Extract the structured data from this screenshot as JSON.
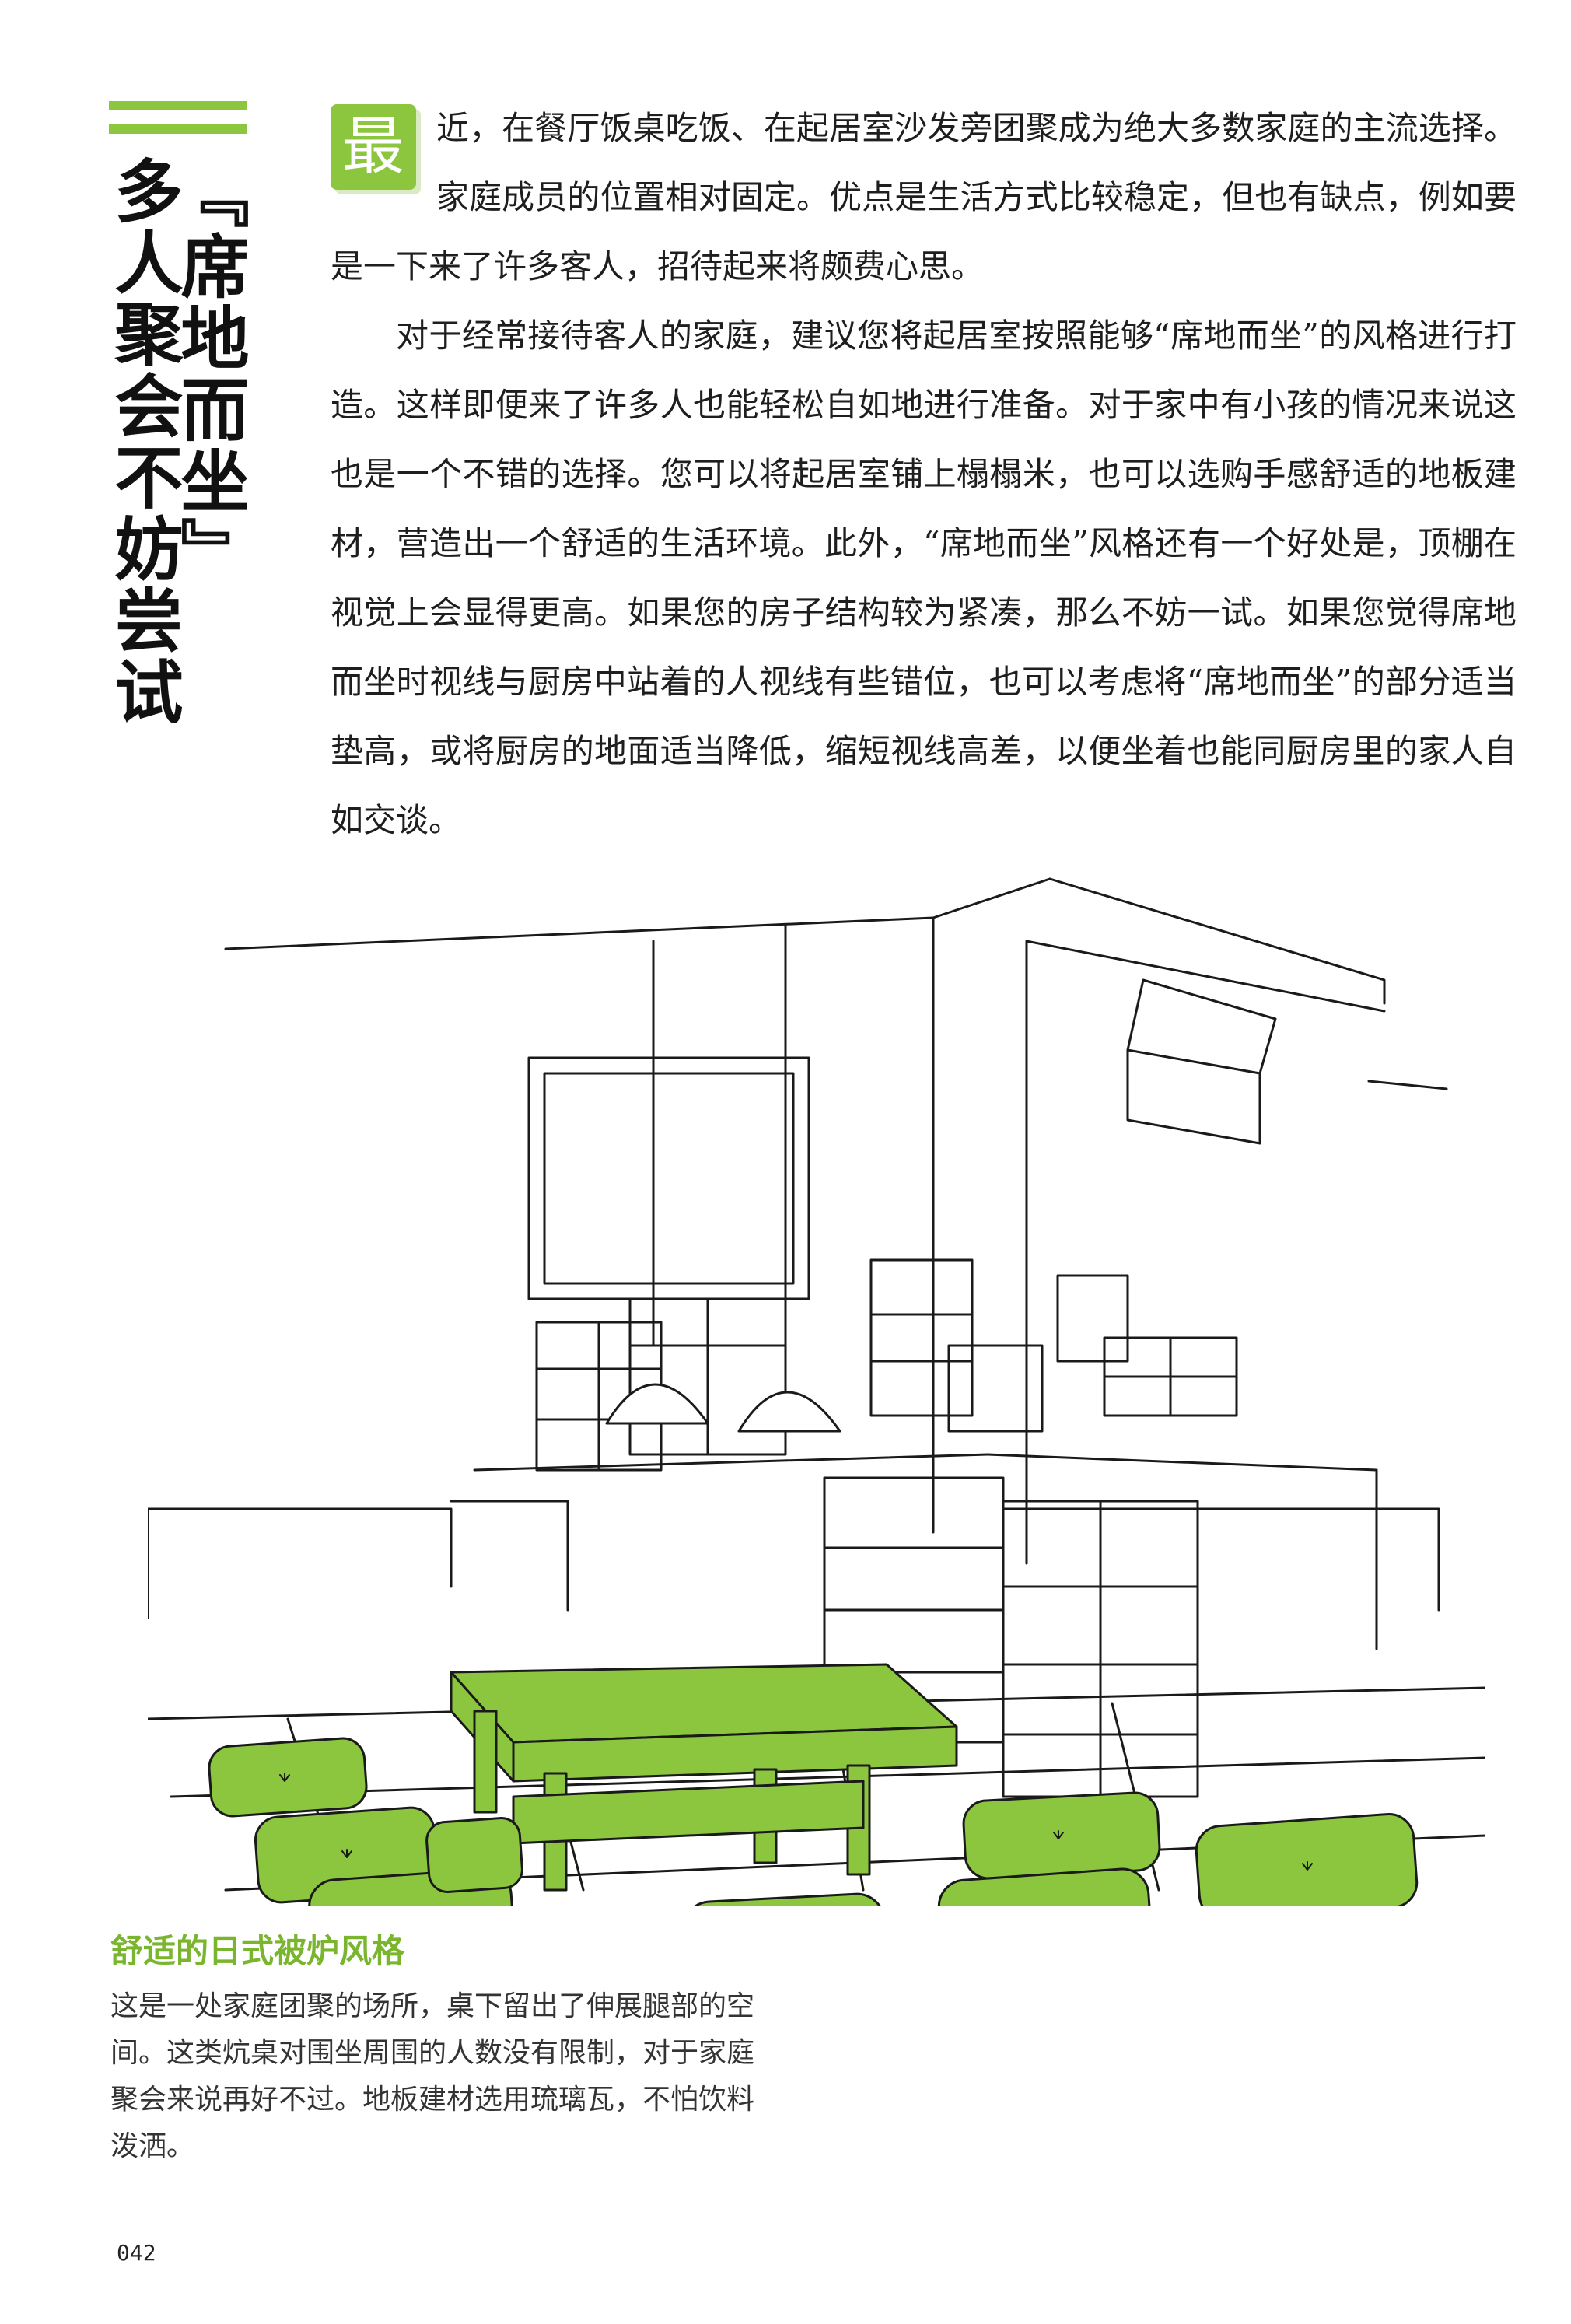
{
  "header": {
    "title_line1": "多人聚会不妨尝试",
    "title_line2": "『席地而坐』",
    "accent_color": "#8cc63f"
  },
  "article": {
    "dropcap": "最",
    "paragraph1": "近，在餐厅饭桌吃饭、在起居室沙发旁团聚成为绝大多数家庭的主流选择。家庭成员的位置相对固定。优点是生活方式比较稳定，但也有缺点，例如要是一下来了许多客人，招待起来将颇费心思。",
    "paragraph2": "对于经常接待客人的家庭，建议您将起居室按照能够“席地而坐”的风格进行打造。这样即便来了许多人也能轻松自如地进行准备。对于家中有小孩的情况来说这也是一个不错的选择。您可以将起居室铺上榻榻米，也可以选购手感舒适的地板建材，营造出一个舒适的生活环境。此外，“席地而坐”风格还有一个好处是，顶棚在视觉上会显得更高。如果您的房子结构较为紧凑，那么不妨一试。如果您觉得席地而坐时视线与厨房中站着的人视线有些错位，也可以考虑将“席地而坐”的部分适当垫高，或将厨房的地面适当降低，缩短视线高差，以便坐着也能同厨房里的家人自如交谈。"
  },
  "illustration": {
    "subject": "kotatsu-living-room",
    "green_color": "#8cc63f"
  },
  "caption": {
    "title": "舒适的日式被炉风格",
    "body": "这是一处家庭团聚的场所，桌下留出了伸展腿部的空间。这类炕桌对围坐周围的人数没有限制，对于家庭聚会来说再好不过。地板建材选用琉璃瓦，不怕饮料泼洒。"
  },
  "footer": {
    "page_number": "042"
  }
}
